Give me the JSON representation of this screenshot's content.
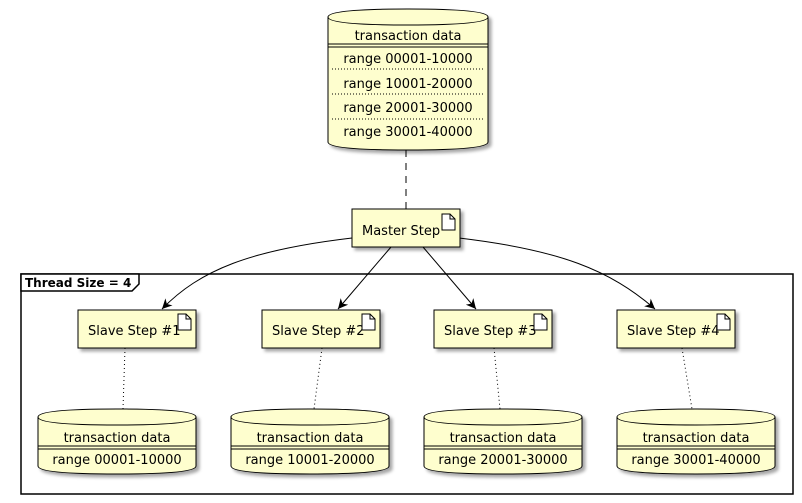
{
  "top_db": {
    "title": "transaction data",
    "ranges": [
      "range 00001-10000",
      "range 10001-20000",
      "range 20001-30000",
      "range 30001-40000"
    ]
  },
  "master": {
    "label": "Master Step"
  },
  "frame": {
    "label": "Thread Size = 4"
  },
  "slaves": [
    {
      "label": "Slave Step #1",
      "db_title": "transaction data",
      "db_range": "range 00001-10000"
    },
    {
      "label": "Slave Step #2",
      "db_title": "transaction data",
      "db_range": "range 10001-20000"
    },
    {
      "label": "Slave Step #3",
      "db_title": "transaction data",
      "db_range": "range 20001-30000"
    },
    {
      "label": "Slave Step #4",
      "db_title": "transaction data",
      "db_range": "range 30001-40000"
    }
  ],
  "colors": {
    "fill": "#FEFECE",
    "border": "#000000",
    "line": "#000000"
  }
}
